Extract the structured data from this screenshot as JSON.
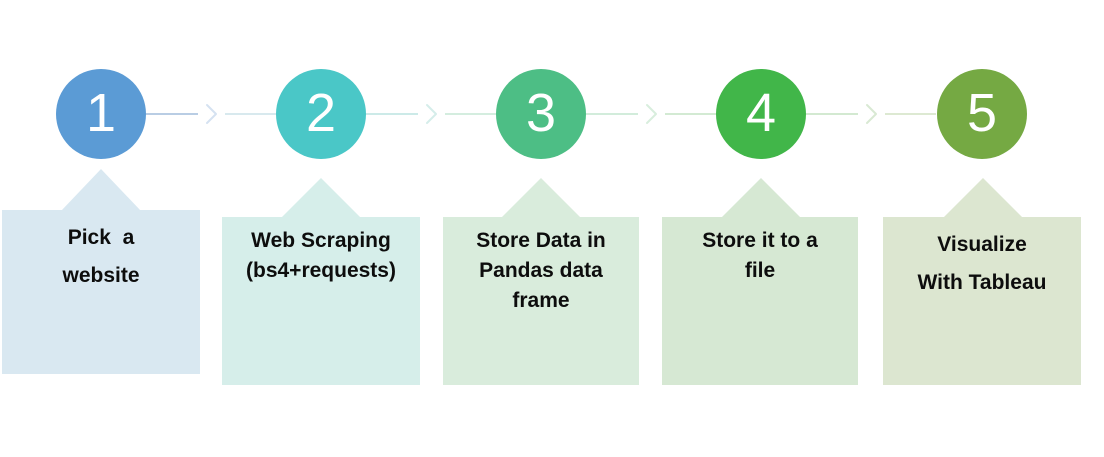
{
  "diagram": {
    "title_implied": "Web scraping process flow",
    "background_color": "#ffffff",
    "text_color": "#0d0d0d"
  },
  "steps": [
    {
      "number": "1",
      "circle_color": "#5b9bd5",
      "box_color": "#d9e8f1",
      "lines": [
        "Pick  a",
        "website"
      ]
    },
    {
      "number": "2",
      "circle_color": "#4ac7c7",
      "box_color": "#d6eeea",
      "lines": [
        "Web Scraping",
        "(bs4+requests)"
      ]
    },
    {
      "number": "3",
      "circle_color": "#4dbe85",
      "box_color": "#d9ecdc",
      "lines": [
        "Store Data in",
        "Pandas data",
        "frame"
      ]
    },
    {
      "number": "4",
      "circle_color": "#41b649",
      "box_color": "#d6e8d3",
      "lines": [
        "Store it to a",
        "file"
      ]
    },
    {
      "number": "5",
      "circle_color": "#75a943",
      "box_color": "#dce6d0",
      "lines": [
        "Visualize",
        "With Tableau"
      ]
    }
  ],
  "connectors": [
    {
      "icon": "chevron-right-icon",
      "left_color": "#b9cde4",
      "right_color": "#d8e9ee",
      "chevron_color": "#d5e2f1"
    },
    {
      "icon": "chevron-right-icon",
      "left_color": "#cceae8",
      "right_color": "#d4eddf",
      "chevron_color": "#d5edea"
    },
    {
      "icon": "chevron-right-icon",
      "left_color": "#d2ecdb",
      "right_color": "#d3ead3",
      "chevron_color": "#d8eedd"
    },
    {
      "icon": "chevron-right-icon",
      "left_color": "#d3e9d1",
      "right_color": "#dde9d2",
      "chevron_color": "#d9e9d3"
    }
  ]
}
